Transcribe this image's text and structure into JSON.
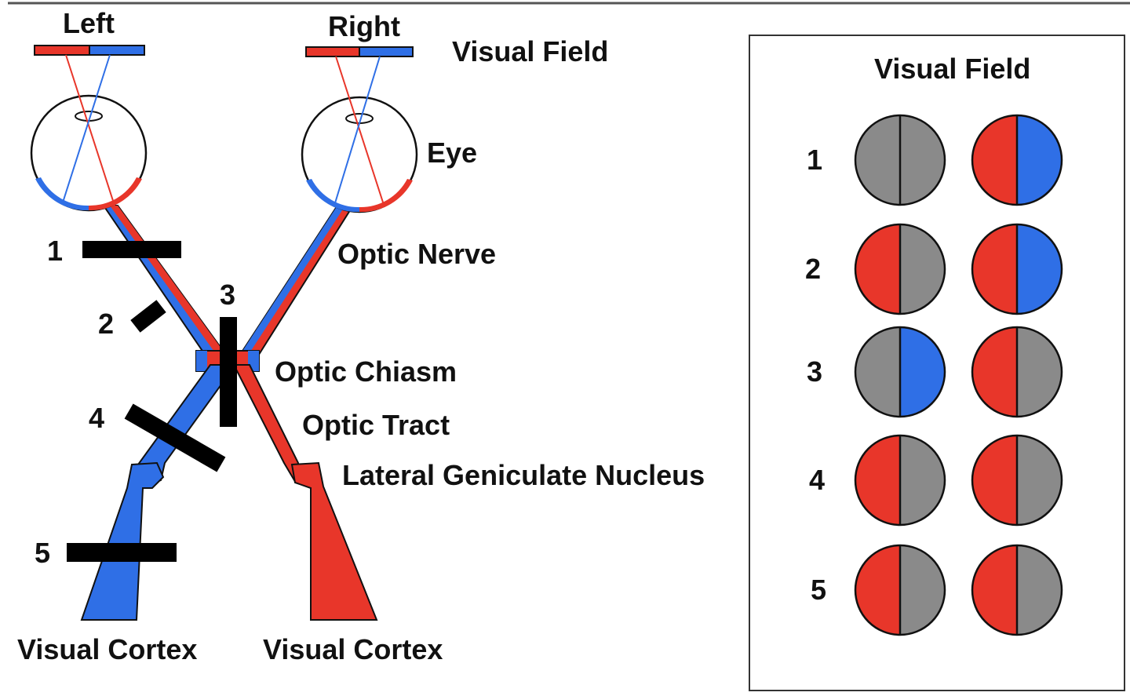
{
  "colors": {
    "left_field": "#e8362a",
    "right_field": "#2f6fe6",
    "deficit": "#8a8a8a",
    "lesion": "#000000"
  },
  "labels": {
    "left": "Left",
    "right": "Right",
    "visual_field_top": "Visual Field",
    "eye": "Eye",
    "optic_nerve": "Optic Nerve",
    "optic_chiasm": "Optic Chiasm",
    "optic_tract": "Optic Tract",
    "lgn": "Lateral Geniculate Nucleus",
    "visual_cortex_left": "Visual Cortex",
    "visual_cortex_right": "Visual Cortex"
  },
  "lesions": [
    "1",
    "2",
    "3",
    "4",
    "5"
  ],
  "panel": {
    "title": "Visual Field",
    "rows": [
      {
        "num": "1",
        "left_eye": {
          "left": "deficit",
          "right": "deficit"
        },
        "right_eye": {
          "left": "left_field",
          "right": "right_field"
        }
      },
      {
        "num": "2",
        "left_eye": {
          "left": "left_field",
          "right": "deficit"
        },
        "right_eye": {
          "left": "left_field",
          "right": "right_field"
        }
      },
      {
        "num": "3",
        "left_eye": {
          "left": "deficit",
          "right": "right_field"
        },
        "right_eye": {
          "left": "left_field",
          "right": "deficit"
        }
      },
      {
        "num": "4",
        "left_eye": {
          "left": "left_field",
          "right": "deficit"
        },
        "right_eye": {
          "left": "left_field",
          "right": "deficit"
        }
      },
      {
        "num": "5",
        "left_eye": {
          "left": "left_field",
          "right": "deficit"
        },
        "right_eye": {
          "left": "left_field",
          "right": "deficit"
        }
      }
    ]
  }
}
